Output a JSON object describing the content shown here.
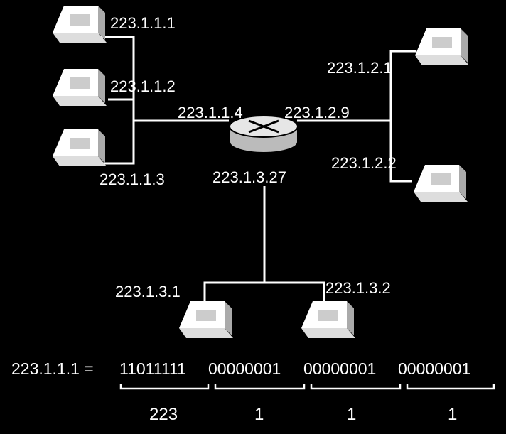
{
  "hosts": {
    "h1": "223.1.1.1",
    "h2": "223.1.1.2",
    "h3": "223.1.1.3",
    "h4": "223.1.2.1",
    "h5": "223.1.2.2",
    "h6": "223.1.3.1",
    "h7": "223.1.3.2"
  },
  "router": {
    "if_left": "223.1.1.4",
    "if_right": "223.1.2.9",
    "if_bottom": "223.1.3.27"
  },
  "binary": {
    "lhs": "223.1.1.1 =",
    "octets": [
      "11011111",
      "00000001",
      "00000001",
      "00000001"
    ],
    "decimal": [
      "223",
      "1",
      "1",
      "1"
    ]
  }
}
